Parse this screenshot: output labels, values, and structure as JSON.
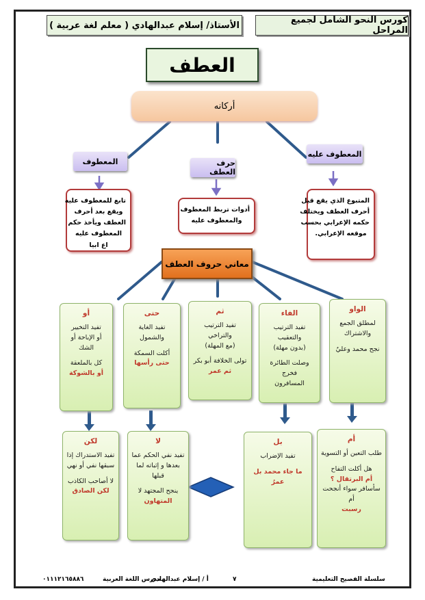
{
  "header": {
    "course": "كورس النحو الشامل لجميع المراحل",
    "teacher": "الأستاذ/ إسلام عبدالهادي ( معلم لغة عربية )"
  },
  "title": "العطف",
  "pillars": "أركانه",
  "parts": {
    "right": {
      "label": "المعطوف عليه",
      "desc": [
        "المتبوع الذي يقع قبل",
        "أحرف العطف ويختلف",
        "حكمه الإعرابي بحسب",
        "موقعه الإعرابي."
      ]
    },
    "middle": {
      "label": "حرف العطف",
      "desc": [
        "أدوات تربط المعطوف",
        "والمعطوف عليه"
      ]
    },
    "left": {
      "label": "المعطوف",
      "desc": [
        "تابع للمعطوف عليه",
        "ويقع بعد أحرف",
        "العطف ويأخذ حكم",
        "المعطوف عليه",
        "اع ابيا"
      ]
    }
  },
  "meanings": "معاني حروف العطف",
  "top_cards": [
    {
      "head": "الواو",
      "lines": [
        "لمطلق الجمع",
        "والاشتراك"
      ],
      "example": "نجح محمد وعليٌ"
    },
    {
      "head": "الفاء",
      "lines": [
        "تفيد الترتيب والتعقيب",
        "(بدون مهلة)"
      ],
      "example_lines": [
        "وصلت الطائرة فخرج",
        "المسافرون"
      ]
    },
    {
      "head": "ثم",
      "lines": [
        "تفيد الترتيب والتراخي",
        "(مع المهلة)"
      ],
      "example_lines": [
        "تولى الخلافة أبو بكر",
        "ثم عمر"
      ]
    },
    {
      "head": "حتى",
      "lines": [
        "تفيد الغاية",
        "والشمول"
      ],
      "example_lines": [
        "أكلت السمكة",
        "حتى رأسها"
      ]
    },
    {
      "head": "أو",
      "lines": [
        "تفيد التخيير",
        "أو الإباحة أو الشك"
      ],
      "example_lines": [
        "كل بالملعقة",
        "أو بالشوكة"
      ]
    }
  ],
  "bottom_cards": [
    {
      "head": "أم",
      "lines": [
        "طلب التعين أو التسوية"
      ],
      "example_lines": [
        "هل أكلت التفاح",
        "أم البرتقال ؟",
        "سأسافر سواء أنجحت أم",
        "رسبت"
      ]
    },
    {
      "head": "بل",
      "lines": [
        "تفيد الإضراب"
      ],
      "example_lines": [
        "ما جاء محمد بل عمرُ"
      ]
    },
    {
      "head": "لا",
      "lines": [
        "تفيد نفي الحكم عما",
        "بعدها و إثباته لما",
        "قبلها"
      ],
      "example_lines": [
        "ينجح المجتهد لا",
        "المتهاون"
      ]
    },
    {
      "head": "لكن",
      "lines": [
        "تفيد الاستدراك إذا",
        "سبقها نفي أو نهي"
      ],
      "example_lines": [
        "لا أصاحب الكاذب",
        "لكن الصادق"
      ]
    }
  ],
  "footer": {
    "series": "سلسلة الفصيح التعليمية",
    "page": "٧",
    "teacher": "أ / إسلام عبدالهادي",
    "role": "مدرس اللغة العربية",
    "phone": "٠١١١٢١٦٥٨٨٦"
  },
  "colors": {
    "accent_red": "#c0392b",
    "card_green": "#d8efb2",
    "orange": "#e2701d",
    "lavender": "#cabef0"
  }
}
